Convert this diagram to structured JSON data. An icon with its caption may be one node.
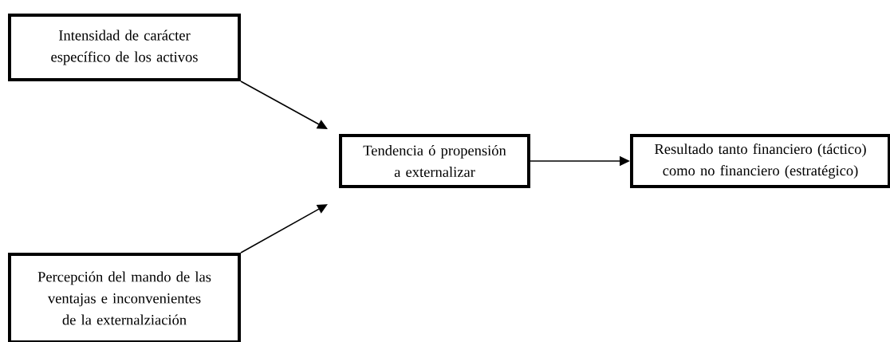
{
  "diagram": {
    "nodes": [
      {
        "text": [
          "Intensidad de carácter específico de los activos"
        ]
      },
      {
        "text": [
          "Percepción del mando de las ventajas e inconvenientes de la externalziación"
        ]
      },
      {
        "text": [
          "Tendencia ó propensión a externalizar"
        ]
      },
      {
        "text": [
          "Resultado tanto financiero (táctico) como no financiero (estratégico)"
        ]
      }
    ],
    "edges": [
      {
        "from": 0,
        "to": 2,
        "arrow": "to"
      },
      {
        "from": 1,
        "to": 2,
        "arrow": "to"
      },
      {
        "from": 2,
        "to": 3,
        "arrow": "to"
      }
    ]
  }
}
